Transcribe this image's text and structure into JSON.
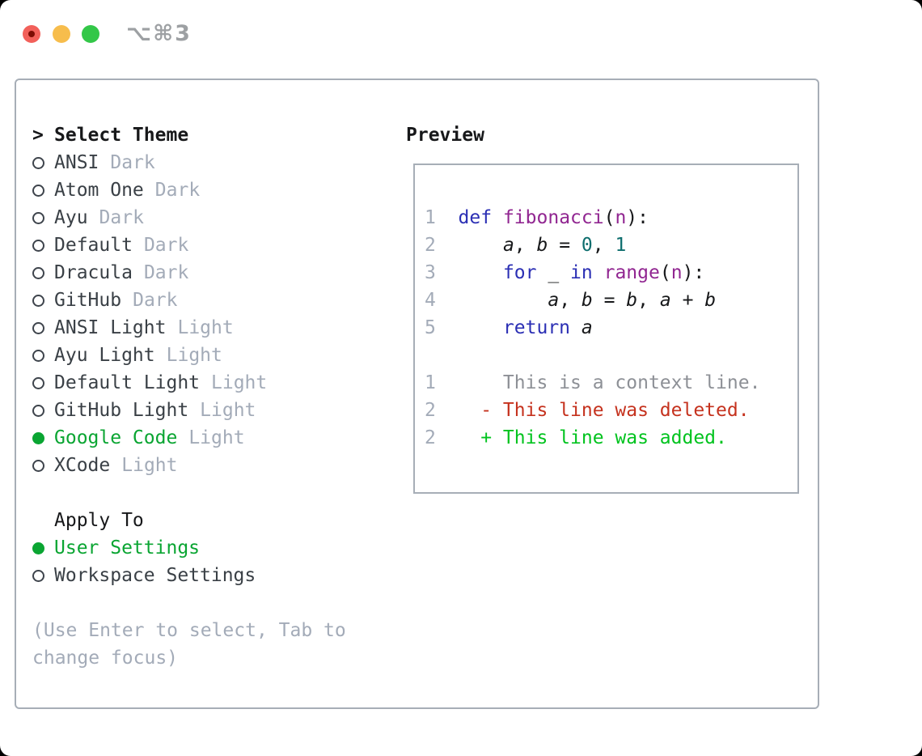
{
  "window": {
    "title": "⌥⌘3"
  },
  "theme_list": {
    "cursor": ">",
    "header": "Select Theme",
    "items": [
      {
        "name": "ANSI",
        "variant": "Dark",
        "selected": false
      },
      {
        "name": "Atom One",
        "variant": "Dark",
        "selected": false
      },
      {
        "name": "Ayu",
        "variant": "Dark",
        "selected": false
      },
      {
        "name": "Default",
        "variant": "Dark",
        "selected": false
      },
      {
        "name": "Dracula",
        "variant": "Dark",
        "selected": false
      },
      {
        "name": "GitHub",
        "variant": "Dark",
        "selected": false
      },
      {
        "name": "ANSI Light",
        "variant": "Light",
        "selected": false
      },
      {
        "name": "Ayu Light",
        "variant": "Light",
        "selected": false
      },
      {
        "name": "Default Light",
        "variant": "Light",
        "selected": false
      },
      {
        "name": "GitHub Light",
        "variant": "Light",
        "selected": false
      },
      {
        "name": "Google Code",
        "variant": "Light",
        "selected": true
      },
      {
        "name": "XCode",
        "variant": "Light",
        "selected": false
      }
    ]
  },
  "apply_to": {
    "label": "Apply To",
    "options": [
      {
        "label": "User Settings",
        "selected": true
      },
      {
        "label": "Workspace Settings",
        "selected": false
      }
    ]
  },
  "hint": {
    "line1": "(Use Enter to select, Tab to",
    "line2": "change focus)"
  },
  "preview": {
    "label": "Preview",
    "code_lines": [
      [
        [
          "ln",
          "1  "
        ],
        [
          "kw",
          "def"
        ],
        [
          "pl",
          " "
        ],
        [
          "fn",
          "fibonacci"
        ],
        [
          "pl",
          "("
        ],
        [
          "fn",
          "n"
        ],
        [
          "pl",
          "):"
        ]
      ],
      [
        [
          "ln",
          "2  "
        ],
        [
          "pl",
          "    "
        ],
        [
          "va",
          "a"
        ],
        [
          "pl",
          ", "
        ],
        [
          "va",
          "b"
        ],
        [
          "pl",
          " = "
        ],
        [
          "li",
          "0"
        ],
        [
          "pl",
          ", "
        ],
        [
          "li",
          "1"
        ]
      ],
      [
        [
          "ln",
          "3  "
        ],
        [
          "pl",
          "    "
        ],
        [
          "kw",
          "for"
        ],
        [
          "pl",
          " _ "
        ],
        [
          "kw",
          "in"
        ],
        [
          "pl",
          " "
        ],
        [
          "fn",
          "range"
        ],
        [
          "pl",
          "("
        ],
        [
          "fn",
          "n"
        ],
        [
          "pl",
          "):"
        ]
      ],
      [
        [
          "ln",
          "4  "
        ],
        [
          "pl",
          "        "
        ],
        [
          "va",
          "a"
        ],
        [
          "pl",
          ", "
        ],
        [
          "va",
          "b"
        ],
        [
          "pl",
          " = "
        ],
        [
          "va",
          "b"
        ],
        [
          "pl",
          ", "
        ],
        [
          "va",
          "a"
        ],
        [
          "pl",
          " + "
        ],
        [
          "va",
          "b"
        ]
      ],
      [
        [
          "ln",
          "5  "
        ],
        [
          "pl",
          "    "
        ],
        [
          "kw",
          "return"
        ],
        [
          "pl",
          " "
        ],
        [
          "va",
          "a"
        ]
      ],
      [],
      [
        [
          "ln",
          "1  "
        ],
        [
          "ctx",
          "    This is a context line."
        ]
      ],
      [
        [
          "ln",
          "2  "
        ],
        [
          "del",
          "  - This line was deleted."
        ]
      ],
      [
        [
          "ln",
          "2  "
        ],
        [
          "add",
          "  + This line was added."
        ]
      ]
    ]
  },
  "colors": {
    "accent": "#0aa532",
    "add": "#00c31e",
    "del": "#c5321e",
    "ctx": "#8d9096",
    "kw": "#2b2fb4",
    "fn": "#912691",
    "lit": "#0e6e6e",
    "muted": "#a3abb8",
    "border": "#a7aeb7",
    "ink": "#17181a",
    "name": "#3a4046",
    "title": "#9da0a3"
  }
}
